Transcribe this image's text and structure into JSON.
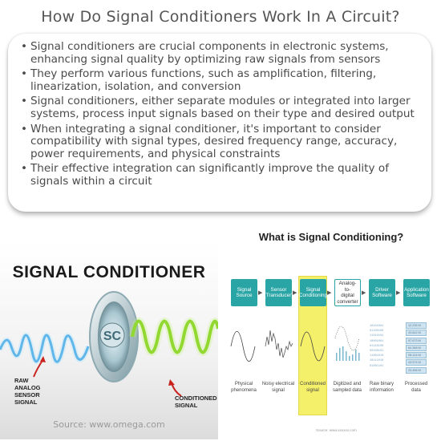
{
  "page": {
    "title": "How Do Signal Conditioners Work In A Circuit?",
    "bullets": [
      "Signal conditioners are crucial components in electronic systems, enhancing signal quality by optimizing raw signals from sensors",
      "They perform various functions, such as amplification, filtering, linearization, isolation, and conversion",
      "Signal conditioners, either separate modules or integrated into larger systems, process input signals based on their type and desired output",
      "When integrating a signal conditioner, it's important to consider compatibility with signal types, desired frequency range, accuracy, power requirements, and physical constraints",
      "Their effective integration can significantly improve the quality of signals within a circuit"
    ]
  },
  "left_image": {
    "heading": "SIGNAL CONDITIONER",
    "logo_text": "SC",
    "raw_label": "RAW ANALOG\nSENSOR SIGNAL",
    "conditioned_label": "CONDITIONED\nSIGNAL",
    "source": "Source: www.omega.com",
    "colors": {
      "raw_wave": "#2b9be0",
      "conditioned_wave": "#7ccd12"
    }
  },
  "right_image": {
    "title": "What is Signal Conditioning?",
    "stages": [
      {
        "box": "Signal\nSource",
        "caption": "Physical\nphenomena"
      },
      {
        "box": "Sensor\n(Transducer)",
        "caption": "Noisy electrical\nsignal"
      },
      {
        "box": "Signal\nConditioning",
        "caption": "Conditioned\nsignal"
      },
      {
        "box": "Analog-to-\ndigital\nconverter",
        "caption": "Digitized and\nsampled data"
      },
      {
        "box": "Driver\nSoftware",
        "caption": "Raw binary\ninformation"
      },
      {
        "box": "Application\nSoftware",
        "caption": "Processed\ndata"
      }
    ],
    "binary": [
      "10101001",
      "01100100",
      "11010101",
      "10001001",
      "01110100",
      "00100101",
      "11001010",
      "10111010",
      "01001101"
    ],
    "values": [
      "12.235 M",
      "43.642 M",
      "97.673 M",
      "64.368 M",
      "08.124 M",
      "43.974 M",
      "23.456 M"
    ],
    "source": "Source: www.xxxxxx.com",
    "colors": {
      "box": "#2aa5a5",
      "highlight": "#f5f06a"
    }
  }
}
